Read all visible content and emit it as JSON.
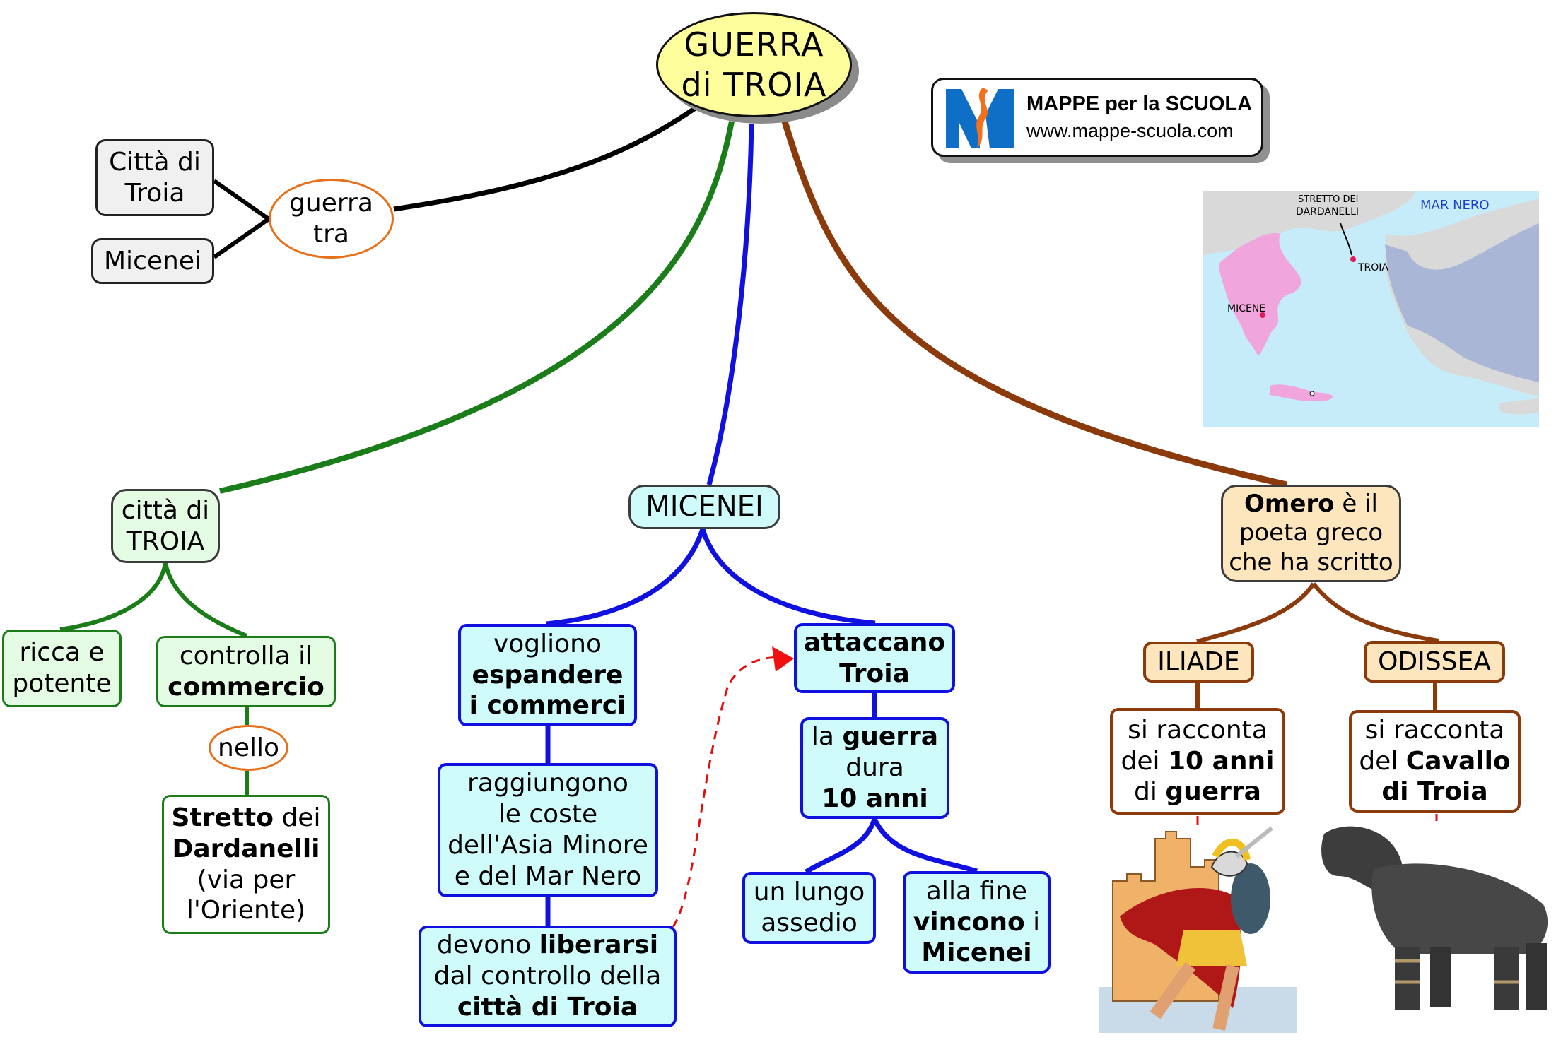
{
  "central": {
    "line1": "GUERRA",
    "line2": "di TROIA"
  },
  "logo": {
    "title": "MAPPE per la SCUOLA",
    "url": "www.mappe-scuola.com",
    "icon": "mappe-scuola-logo-icon",
    "colors": {
      "blue": "#0f6fc6",
      "orange": "#f5701b"
    }
  },
  "map": {
    "labels": {
      "strait": [
        "STRETTO DEI",
        "DARDANELLI"
      ],
      "sea": "MAR NERO",
      "troy": "TROIA",
      "mycenae": "MICENE"
    },
    "colors": {
      "sea": "#c6ecf9",
      "land": "#d9d9d9",
      "mycenaean": "#f0a6dc",
      "hittite": "#a9b6d6",
      "city_dot": "#e0195a"
    }
  },
  "war_between": {
    "connector": {
      "line1": "guerra",
      "line2": "tra"
    },
    "sides": [
      {
        "line1": "Città di",
        "line2": "Troia"
      },
      {
        "line1": "Micenei"
      }
    ]
  },
  "branches": {
    "troia": {
      "color": "#1a7d1a",
      "title": {
        "line1": "città di",
        "line2": "TROIA"
      },
      "rich": {
        "line1": "ricca e",
        "line2": "potente"
      },
      "controls": {
        "line1": "controlla il",
        "bold": "commercio"
      },
      "connector": "nello",
      "strait": {
        "bold1": "Stretto",
        "rest1": " dei",
        "bold2": "Dardanelli",
        "line3": "(via per",
        "line4": "l'Oriente)"
      }
    },
    "micenei": {
      "color": "#1010e0",
      "title": "MICENEI",
      "want": {
        "line1": "vogliono",
        "bold2": "espandere",
        "bold3": "i commerci"
      },
      "reach": {
        "line1": "raggiungono",
        "line2": "le coste",
        "line3": "dell'Asia Minore",
        "line4": "e del Mar Nero"
      },
      "must": {
        "pre1": "devono ",
        "bold1": "liberarsi",
        "line2": "dal controllo della",
        "bold3": "città di Troia"
      },
      "attack": {
        "bold1": "attaccano",
        "bold2": "Troia"
      },
      "duration": {
        "pre1": "la ",
        "bold1": "guerra",
        "line2": "dura",
        "bold3": "10 anni"
      },
      "siege": {
        "line1": "un lungo",
        "line2": "assedio"
      },
      "win": {
        "line1": "alla fine",
        "bold2": "vincono",
        "rest2": " i",
        "bold3": "Micenei"
      }
    },
    "omero": {
      "color": "#8b3a0c",
      "title": {
        "bold1": "Omero",
        "rest1": " è il",
        "line2": "poeta greco",
        "line3": "che ha scritto"
      },
      "iliade": {
        "title": "ILIADE",
        "desc": {
          "line1": "si racconta",
          "pre2": "dei ",
          "bold2": "10 anni",
          "pre3": "di ",
          "bold3": "guerra"
        },
        "image": "greek-warrior-illustration"
      },
      "odissea": {
        "title": "ODISSEA",
        "desc": {
          "line1": "si racconta",
          "pre2": "del ",
          "bold2": "Cavallo",
          "bold3": "di Troia"
        },
        "image": "trojan-horse-photo"
      }
    }
  },
  "colors": {
    "central_fill": "#fefe9c",
    "arrow_dashed": "#e01010",
    "connector_oval": "#e8701a"
  }
}
